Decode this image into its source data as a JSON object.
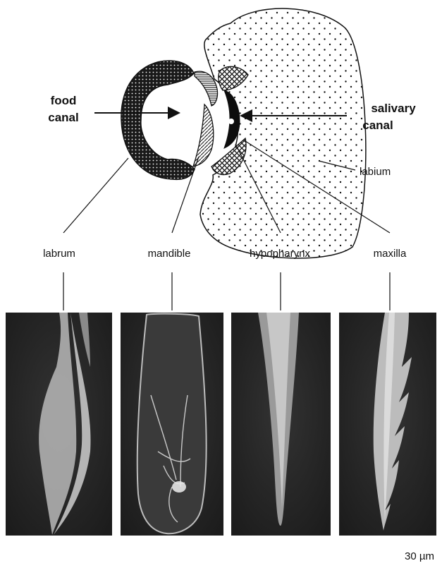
{
  "labels": {
    "food_canal_line1": "food",
    "food_canal_line2": "canal",
    "salivary_canal_line1": "salivary",
    "salivary_canal_line2": "canal",
    "labium": "labium",
    "labrum": "labrum",
    "mandible": "mandible",
    "hypopharynx": "hypopharynx",
    "maxilla": "maxilla",
    "scale_bar": "30 µm"
  },
  "colors": {
    "ink": "#111111",
    "micrograph_background": "#262626",
    "structure_highlight": "#d8d8d8"
  }
}
